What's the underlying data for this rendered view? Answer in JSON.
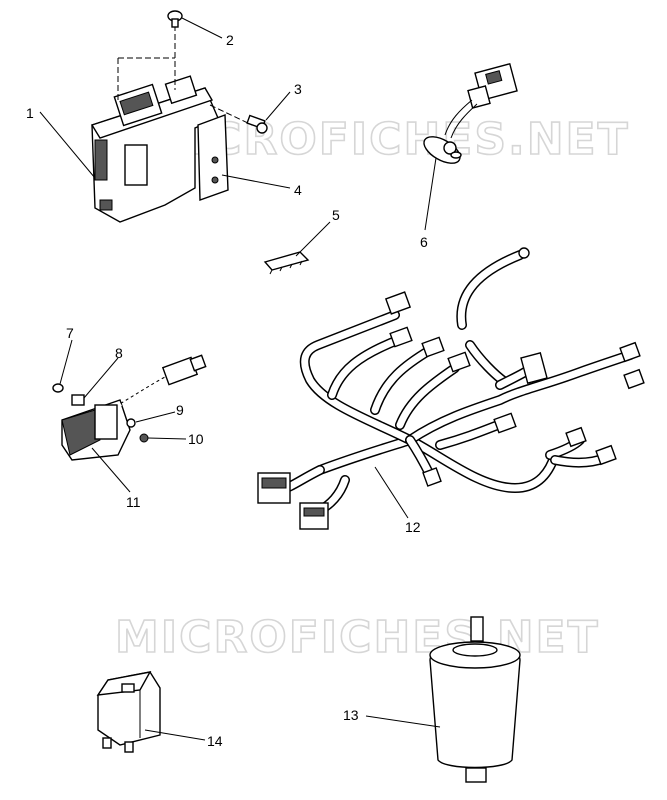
{
  "watermarks": [
    "MICROFICHES.NET",
    "MICROFICHES.NET"
  ],
  "callouts": [
    "1",
    "2",
    "3",
    "4",
    "5",
    "6",
    "7",
    "8",
    "9",
    "10",
    "11",
    "12",
    "13",
    "14"
  ]
}
